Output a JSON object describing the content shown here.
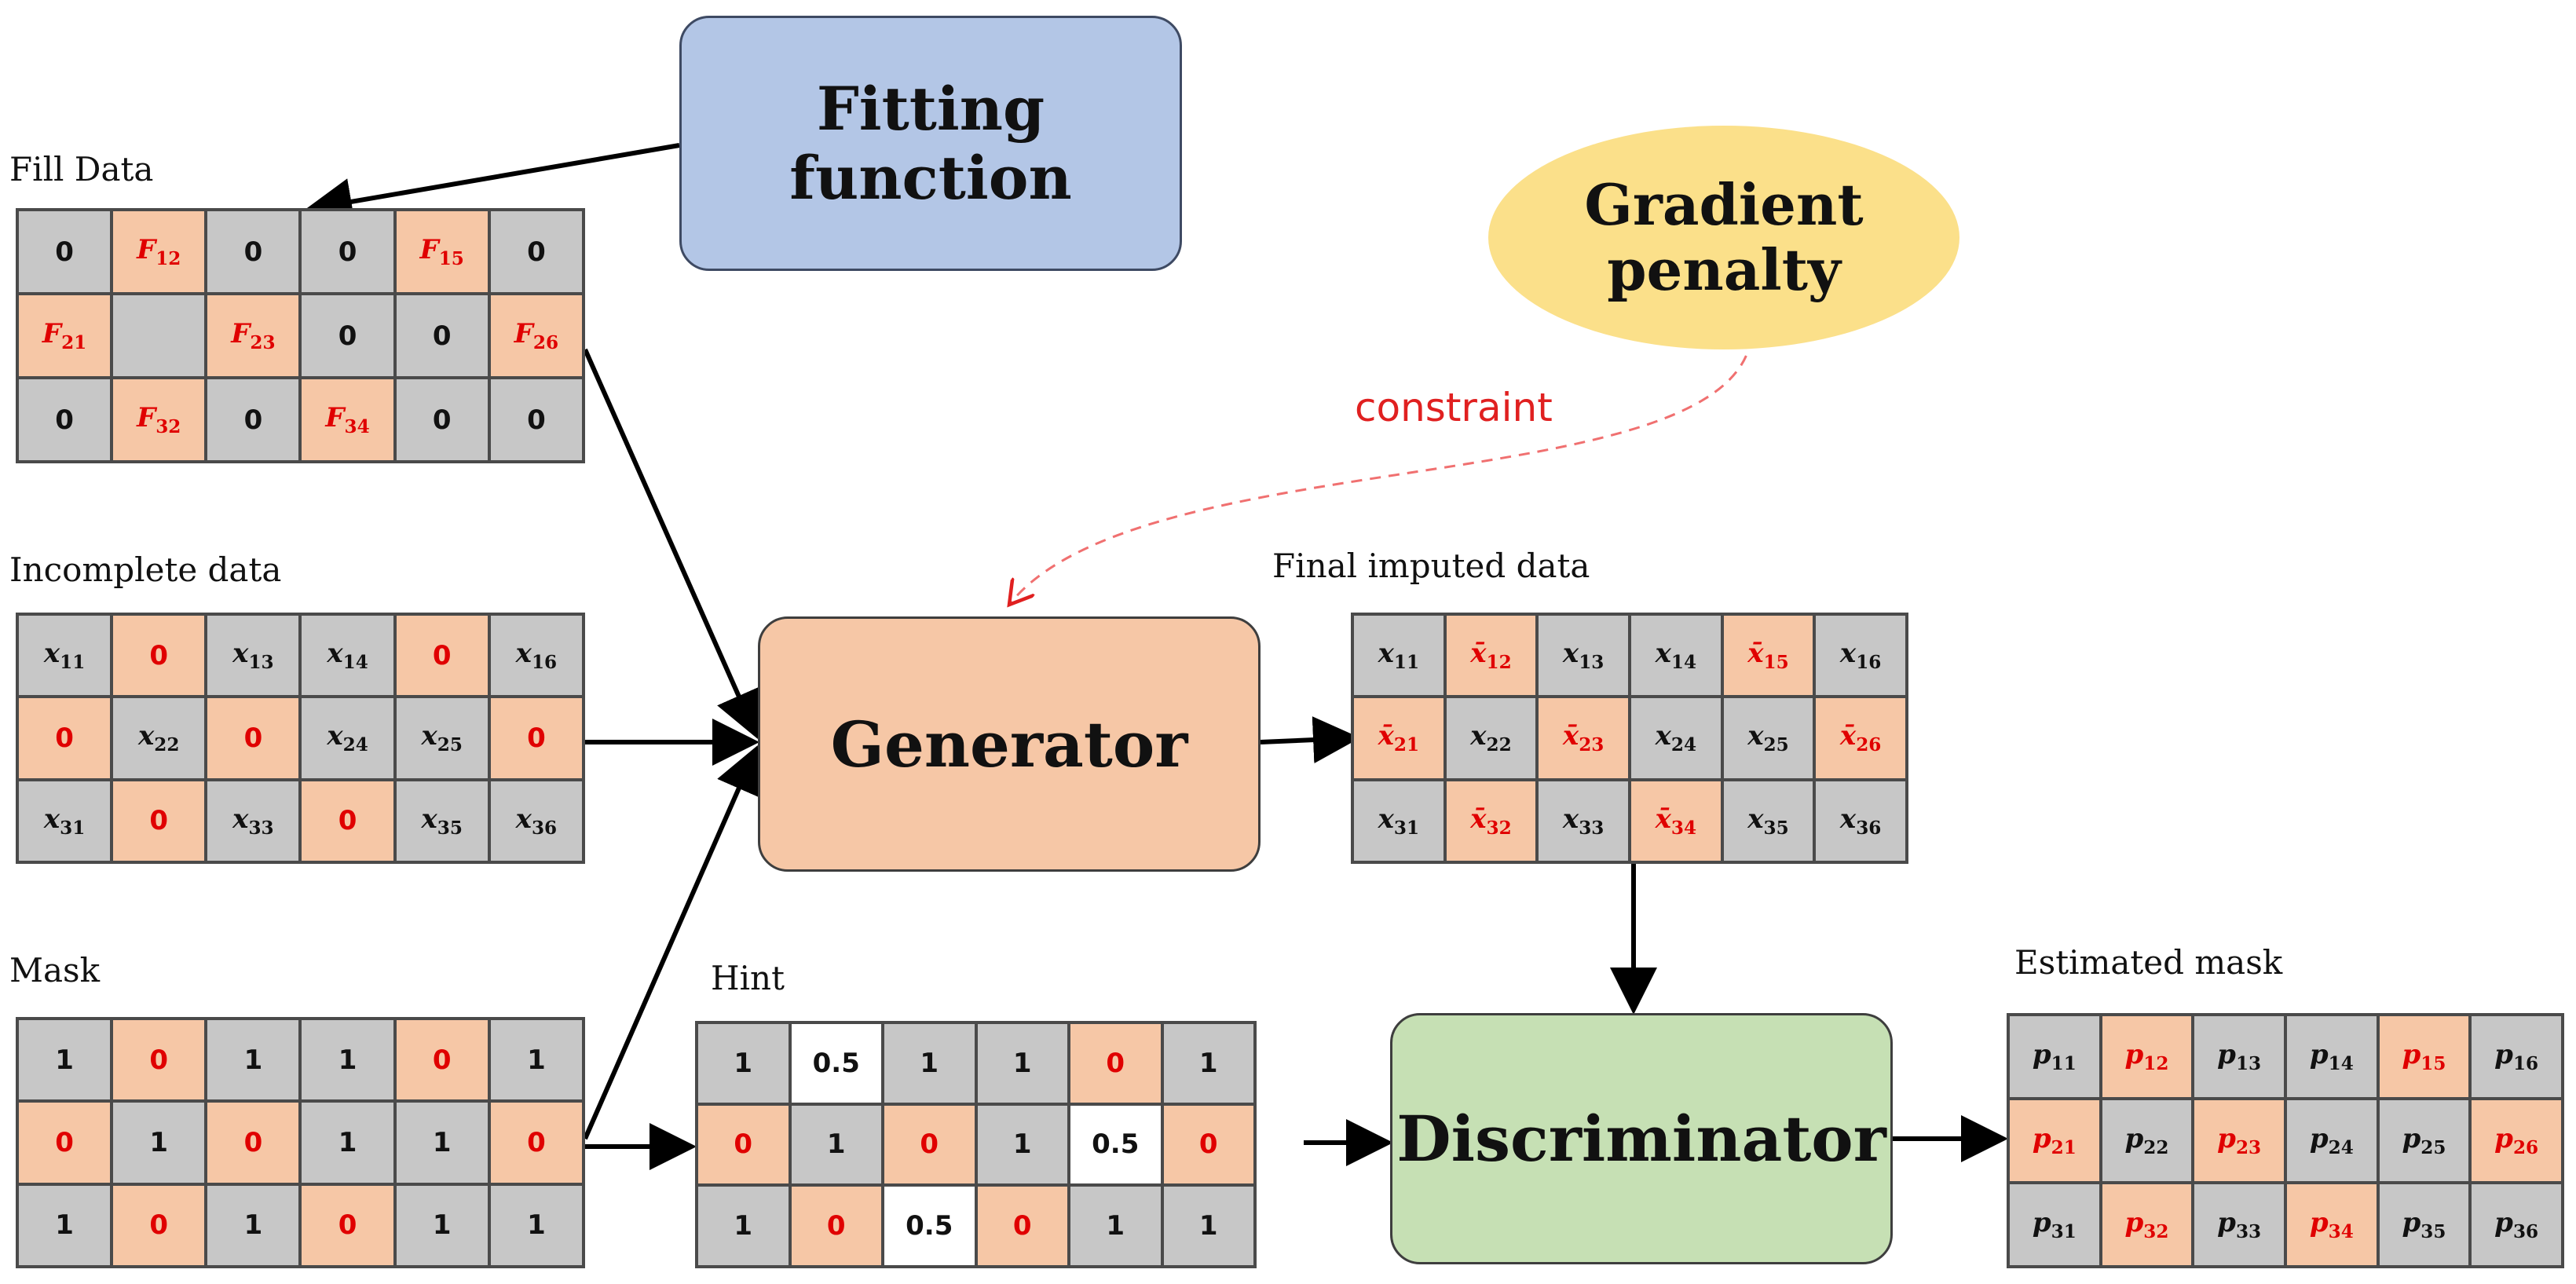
{
  "captions": {
    "fill_data": "Fill Data",
    "incomplete_data": "Incomplete data",
    "mask": "Mask",
    "hint": "Hint",
    "final_imputed": "Final imputed data",
    "estimated_mask": "Estimated mask"
  },
  "boxes": {
    "fitting_line1": "Fitting",
    "fitting_line2": "function",
    "gradient_line1": "Gradient",
    "gradient_line2": "penalty",
    "generator": "Generator",
    "discriminator": "Discriminator"
  },
  "edge_labels": {
    "constraint": "constraint"
  },
  "colors": {
    "missing_fill": "#f6c7a6",
    "observed_fill": "#c7c7c7",
    "hint_unknown_fill": "#ffffff",
    "highlight_text": "#e00000"
  },
  "matrices": {
    "fill_data": [
      [
        {
          "t": "0",
          "f": "g"
        },
        {
          "t": "F",
          "s": "12",
          "f": "o",
          "r": 1,
          "i": 1
        },
        {
          "t": "0",
          "f": "g"
        },
        {
          "t": "0",
          "f": "g"
        },
        {
          "t": "F",
          "s": "15",
          "f": "o",
          "r": 1,
          "i": 1
        },
        {
          "t": "0",
          "f": "g"
        }
      ],
      [
        {
          "t": "F",
          "s": "21",
          "f": "o",
          "r": 1,
          "i": 1
        },
        {
          "t": "",
          "f": "g"
        },
        {
          "t": "F",
          "s": "23",
          "f": "o",
          "r": 1,
          "i": 1
        },
        {
          "t": "0",
          "f": "g"
        },
        {
          "t": "0",
          "f": "g"
        },
        {
          "t": "F",
          "s": "26",
          "f": "o",
          "r": 1,
          "i": 1
        }
      ],
      [
        {
          "t": "0",
          "f": "g"
        },
        {
          "t": "F",
          "s": "32",
          "f": "o",
          "r": 1,
          "i": 1
        },
        {
          "t": "0",
          "f": "g"
        },
        {
          "t": "F",
          "s": "34",
          "f": "o",
          "r": 1,
          "i": 1
        },
        {
          "t": "0",
          "f": "g"
        },
        {
          "t": "0",
          "f": "g"
        }
      ]
    ],
    "incomplete_data": [
      [
        {
          "t": "x",
          "s": "11",
          "f": "g",
          "i": 1
        },
        {
          "t": "0",
          "f": "o",
          "r": 1
        },
        {
          "t": "x",
          "s": "13",
          "f": "g",
          "i": 1
        },
        {
          "t": "x",
          "s": "14",
          "f": "g",
          "i": 1
        },
        {
          "t": "0",
          "f": "o",
          "r": 1
        },
        {
          "t": "x",
          "s": "16",
          "f": "g",
          "i": 1
        }
      ],
      [
        {
          "t": "0",
          "f": "o",
          "r": 1
        },
        {
          "t": "x",
          "s": "22",
          "f": "g",
          "i": 1
        },
        {
          "t": "0",
          "f": "o",
          "r": 1
        },
        {
          "t": "x",
          "s": "24",
          "f": "g",
          "i": 1
        },
        {
          "t": "x",
          "s": "25",
          "f": "g",
          "i": 1
        },
        {
          "t": "0",
          "f": "o",
          "r": 1
        }
      ],
      [
        {
          "t": "x",
          "s": "31",
          "f": "g",
          "i": 1
        },
        {
          "t": "0",
          "f": "o",
          "r": 1
        },
        {
          "t": "x",
          "s": "33",
          "f": "g",
          "i": 1
        },
        {
          "t": "0",
          "f": "o",
          "r": 1
        },
        {
          "t": "x",
          "s": "35",
          "f": "g",
          "i": 1
        },
        {
          "t": "x",
          "s": "36",
          "f": "g",
          "i": 1
        }
      ]
    ],
    "mask": [
      [
        {
          "t": "1",
          "f": "g"
        },
        {
          "t": "0",
          "f": "o",
          "r": 1
        },
        {
          "t": "1",
          "f": "g"
        },
        {
          "t": "1",
          "f": "g"
        },
        {
          "t": "0",
          "f": "o",
          "r": 1
        },
        {
          "t": "1",
          "f": "g"
        }
      ],
      [
        {
          "t": "0",
          "f": "o",
          "r": 1
        },
        {
          "t": "1",
          "f": "g"
        },
        {
          "t": "0",
          "f": "o",
          "r": 1
        },
        {
          "t": "1",
          "f": "g"
        },
        {
          "t": "1",
          "f": "g"
        },
        {
          "t": "0",
          "f": "o",
          "r": 1
        }
      ],
      [
        {
          "t": "1",
          "f": "g"
        },
        {
          "t": "0",
          "f": "o",
          "r": 1
        },
        {
          "t": "1",
          "f": "g"
        },
        {
          "t": "0",
          "f": "o",
          "r": 1
        },
        {
          "t": "1",
          "f": "g"
        },
        {
          "t": "1",
          "f": "g"
        }
      ]
    ],
    "hint": [
      [
        {
          "t": "1",
          "f": "g"
        },
        {
          "t": "0.5",
          "f": "w"
        },
        {
          "t": "1",
          "f": "g"
        },
        {
          "t": "1",
          "f": "g"
        },
        {
          "t": "0",
          "f": "o",
          "r": 1
        },
        {
          "t": "1",
          "f": "g"
        }
      ],
      [
        {
          "t": "0",
          "f": "o",
          "r": 1
        },
        {
          "t": "1",
          "f": "g"
        },
        {
          "t": "0",
          "f": "o",
          "r": 1
        },
        {
          "t": "1",
          "f": "g"
        },
        {
          "t": "0.5",
          "f": "w"
        },
        {
          "t": "0",
          "f": "o",
          "r": 1
        }
      ],
      [
        {
          "t": "1",
          "f": "g"
        },
        {
          "t": "0",
          "f": "o",
          "r": 1
        },
        {
          "t": "0.5",
          "f": "w"
        },
        {
          "t": "0",
          "f": "o",
          "r": 1
        },
        {
          "t": "1",
          "f": "g"
        },
        {
          "t": "1",
          "f": "g"
        }
      ]
    ],
    "final_imputed": [
      [
        {
          "t": "x",
          "s": "11",
          "f": "g"
        },
        {
          "t": "x̄",
          "s": "12",
          "f": "o",
          "r": 1
        },
        {
          "t": "x",
          "s": "13",
          "f": "g"
        },
        {
          "t": "x",
          "s": "14",
          "f": "g"
        },
        {
          "t": "x̄",
          "s": "15",
          "f": "o",
          "r": 1
        },
        {
          "t": "x",
          "s": "16",
          "f": "g"
        }
      ],
      [
        {
          "t": "x̄",
          "s": "21",
          "f": "o",
          "r": 1
        },
        {
          "t": "x",
          "s": "22",
          "f": "g"
        },
        {
          "t": "x̄",
          "s": "23",
          "f": "o",
          "r": 1
        },
        {
          "t": "x",
          "s": "24",
          "f": "g"
        },
        {
          "t": "x",
          "s": "25",
          "f": "g"
        },
        {
          "t": "x̄",
          "s": "26",
          "f": "o",
          "r": 1
        }
      ],
      [
        {
          "t": "x",
          "s": "31",
          "f": "g"
        },
        {
          "t": "x̄",
          "s": "32",
          "f": "o",
          "r": 1
        },
        {
          "t": "x",
          "s": "33",
          "f": "g"
        },
        {
          "t": "x̄",
          "s": "34",
          "f": "o",
          "r": 1
        },
        {
          "t": "x",
          "s": "35",
          "f": "g"
        },
        {
          "t": "x",
          "s": "36",
          "f": "g"
        }
      ]
    ],
    "estimated_mask": [
      [
        {
          "t": "p",
          "s": "11",
          "f": "g"
        },
        {
          "t": "p",
          "s": "12",
          "f": "o",
          "r": 1
        },
        {
          "t": "p",
          "s": "13",
          "f": "g"
        },
        {
          "t": "p",
          "s": "14",
          "f": "g"
        },
        {
          "t": "p",
          "s": "15",
          "f": "o",
          "r": 1
        },
        {
          "t": "p",
          "s": "16",
          "f": "g"
        }
      ],
      [
        {
          "t": "p",
          "s": "21",
          "f": "o",
          "r": 1
        },
        {
          "t": "p",
          "s": "22",
          "f": "g"
        },
        {
          "t": "p",
          "s": "23",
          "f": "o",
          "r": 1
        },
        {
          "t": "p",
          "s": "24",
          "f": "g"
        },
        {
          "t": "p",
          "s": "25",
          "f": "g"
        },
        {
          "t": "p",
          "s": "26",
          "f": "o",
          "r": 1
        }
      ],
      [
        {
          "t": "p",
          "s": "31",
          "f": "g"
        },
        {
          "t": "p",
          "s": "32",
          "f": "o",
          "r": 1
        },
        {
          "t": "p",
          "s": "33",
          "f": "g"
        },
        {
          "t": "p",
          "s": "34",
          "f": "o",
          "r": 1
        },
        {
          "t": "p",
          "s": "35",
          "f": "g"
        },
        {
          "t": "p",
          "s": "36",
          "f": "g"
        }
      ]
    ]
  }
}
